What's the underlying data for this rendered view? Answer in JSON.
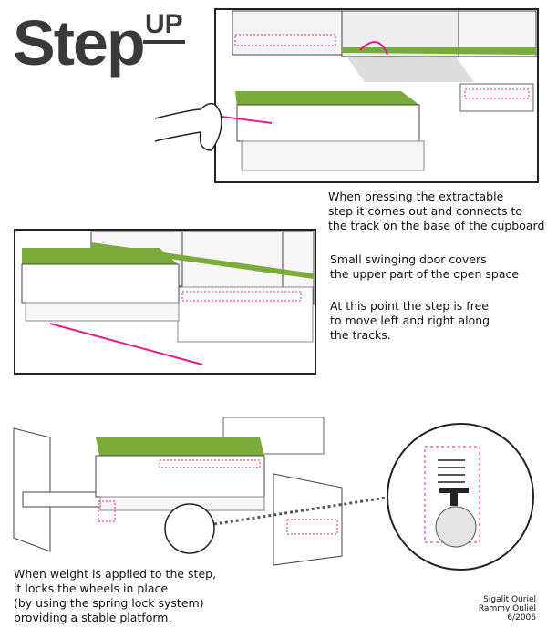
{
  "title": {
    "main": "Step",
    "superscript": "UP"
  },
  "captions": {
    "panel1": [
      "When pressing the extractable",
      "step it comes out and connects to",
      "the track on the base of the cupboard"
    ],
    "panel2a": [
      "Small swinging door covers",
      "the upper part of the open space"
    ],
    "panel2b": [
      "At this point the step is free",
      "to move left and right along",
      "the tracks."
    ],
    "panel3": [
      "When weight is applied to the step,",
      "it locks the wheels in place",
      "(by using the spring lock system)",
      "providing a stable platform."
    ]
  },
  "credits": [
    "Sigalit Ouriel",
    "Rammy Ouliel",
    "6/2006"
  ],
  "colors": {
    "green": "#7aab3a",
    "magenta": "#e0208a",
    "text": "#3a3a3a"
  }
}
